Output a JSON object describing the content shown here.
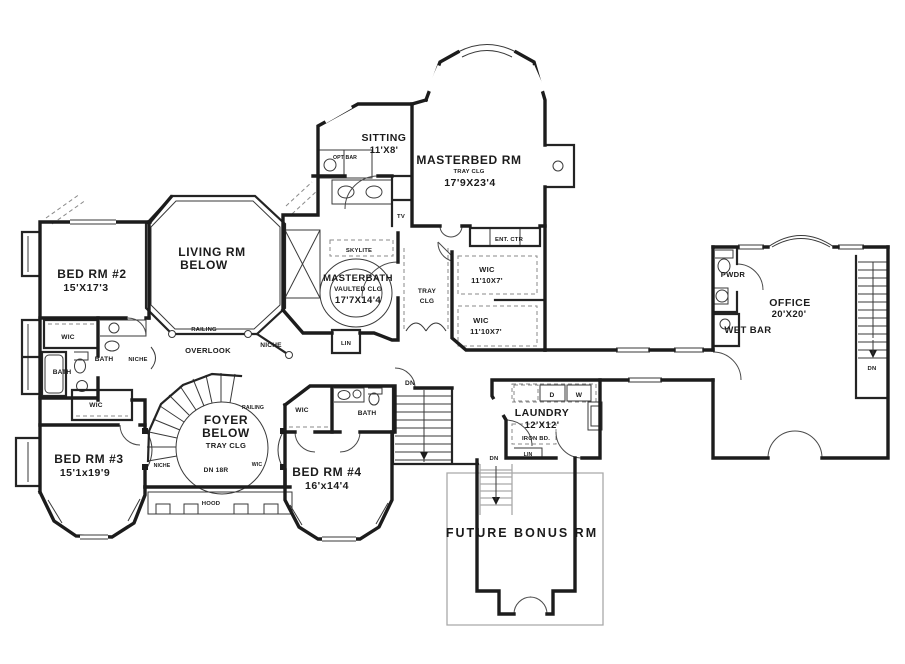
{
  "plan": {
    "rooms": {
      "sitting": {
        "name": "SITTING",
        "size": "11'X8'"
      },
      "masterbed": {
        "name": "MASTERBED RM",
        "ceiling": "TRAY CLG",
        "size": "17'9X23'4"
      },
      "masterbath": {
        "name": "MASTERBATH",
        "ceiling": "VAULTED CLG",
        "size": "17'7X14'4"
      },
      "wic_upper": {
        "name": "WIC",
        "size": "11'10X7'"
      },
      "wic_lower": {
        "name": "WIC",
        "size": "11'10X7'"
      },
      "living_rm": {
        "name": "LIVING RM",
        "below": "BELOW"
      },
      "bed2": {
        "name": "BED RM #2",
        "size": "15'X17'3"
      },
      "bed3": {
        "name": "BED RM #3",
        "size": "15'1x19'9"
      },
      "bed4": {
        "name": "BED RM #4",
        "size": "16'x14'4"
      },
      "foyer": {
        "name": "FOYER",
        "below": "BELOW",
        "ceiling": "TRAY CLG"
      },
      "laundry": {
        "name": "LAUNDRY",
        "size": "12'X12'"
      },
      "office": {
        "name": "OFFICE",
        "size": "20'X20'"
      },
      "bonus": {
        "name": "FUTURE BONUS RM"
      },
      "pwdr": {
        "name": "PWDR"
      },
      "wet_bar": {
        "name": "WET BAR"
      }
    },
    "annotations": {
      "opt_bar": "OPT BAR",
      "tv": "TV",
      "ent_ctr": "ENT. CTR",
      "skylite": "SKYLITE",
      "tray": "TRAY",
      "clg": "CLG",
      "lin_masterbath": "LIN",
      "railing_overlook": "RAILING",
      "overlook": "OVERLOOK",
      "niche_overlook": "NICHE",
      "wic_bed2": "WIC",
      "bath_bed2": "BATH",
      "bath_hall": "BATH",
      "niche_hall": "NICHE",
      "wic_bed3": "WIC",
      "railing_foyer": "RAILING",
      "dn_18r": "DN 18R",
      "niche_foyer": "NICHE",
      "wic_foyer": "WIC",
      "hood": "HOOD",
      "wic_bed4": "WIC",
      "bath_bed4": "BATH",
      "dn_main_stair": "DN",
      "dryer": "D",
      "washer": "W",
      "iron_bd": "IRON BD.",
      "lin_laundry": "LIN",
      "dn_bonus": "DN",
      "dn_office": "DN"
    }
  }
}
